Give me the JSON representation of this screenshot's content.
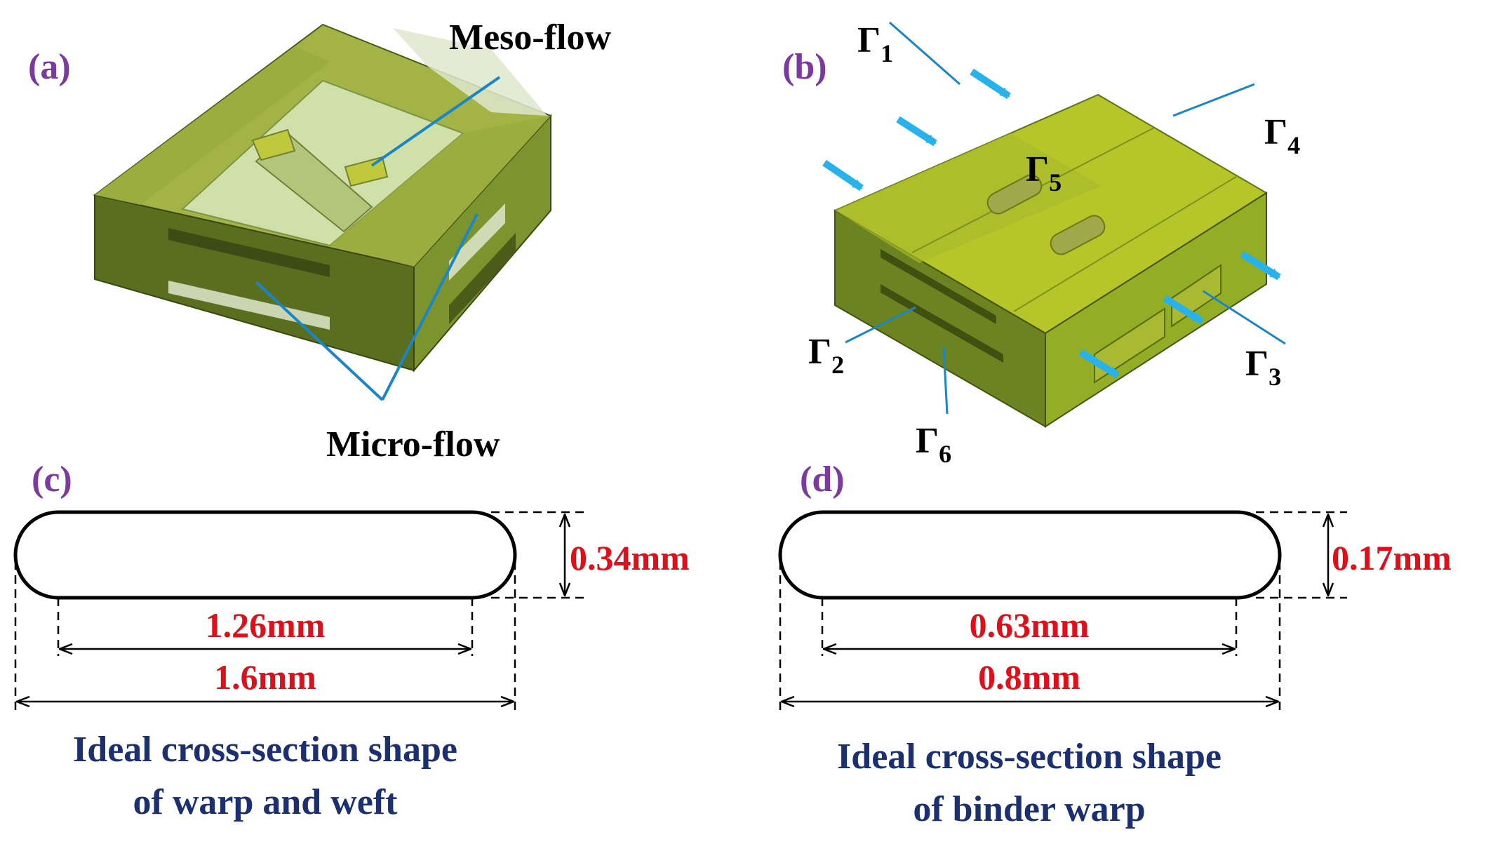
{
  "colors": {
    "panel_label": "#7a3aa0",
    "dimension": "#e0101a",
    "caption": "#1c2f6e",
    "leader": "#1a86c8",
    "flow_arrow": "#27b2ec",
    "model_top": "#a3b345",
    "model_front": "#596e1f",
    "model_side": "#7c942e",
    "model_b_top": "#b6c628",
    "model_b_front": "#6b8320",
    "model_b_side": "#93ad25",
    "channel": "#cfe0a8",
    "ink": "#000000"
  },
  "panel_a": {
    "label": "(a)",
    "meso_label": "Meso-flow",
    "micro_label": "Micro-flow"
  },
  "panel_b": {
    "label": "(b)",
    "boundaries": [
      {
        "sym": "Γ",
        "sub": "1"
      },
      {
        "sym": "Γ",
        "sub": "4"
      },
      {
        "sym": "Γ",
        "sub": "5"
      },
      {
        "sym": "Γ",
        "sub": "2"
      },
      {
        "sym": "Γ",
        "sub": "3"
      },
      {
        "sym": "Γ",
        "sub": "6"
      }
    ]
  },
  "panel_c": {
    "label": "(c)",
    "height_dim": "0.34mm",
    "inner_dim": "1.26mm",
    "outer_dim": "1.6mm",
    "caption_line1": "Ideal cross-section shape",
    "caption_line2": "of warp and weft"
  },
  "panel_d": {
    "label": "(d)",
    "height_dim": "0.17mm",
    "inner_dim": "0.63mm",
    "outer_dim": "0.8mm",
    "caption_line1": "Ideal cross-section shape",
    "caption_line2": "of binder warp"
  }
}
